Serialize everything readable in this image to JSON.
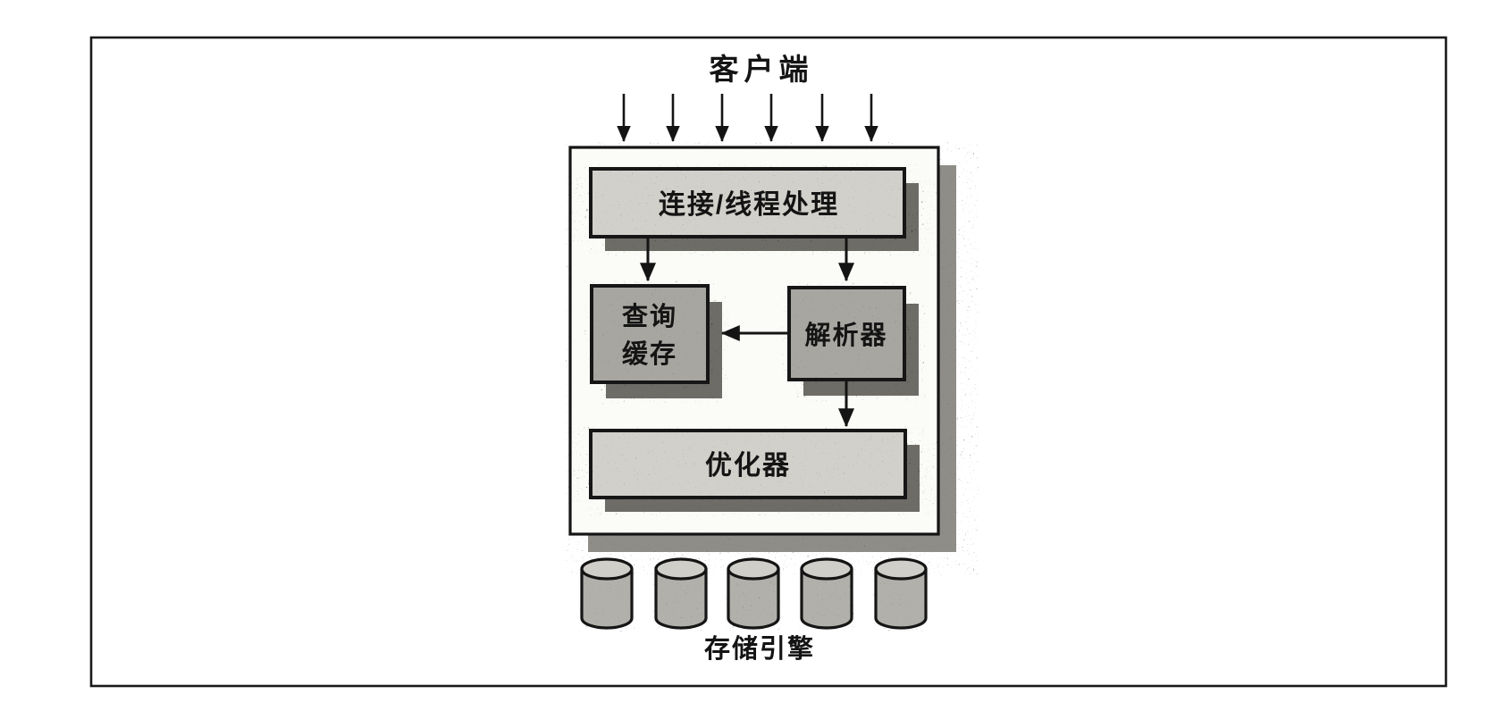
{
  "diagram": {
    "client": {
      "label": "客户端",
      "arrow_count": 6
    },
    "boxes": {
      "connection_thread": {
        "label": "连接/线程处理"
      },
      "query_cache": {
        "label": "查询缓存",
        "line1": "查询",
        "line2": "缓存"
      },
      "parser": {
        "label": "解析器"
      },
      "optimizer": {
        "label": "优化器"
      }
    },
    "edges": [
      {
        "from": "connection_thread",
        "to": "query_cache"
      },
      {
        "from": "connection_thread",
        "to": "parser"
      },
      {
        "from": "parser",
        "to": "query_cache"
      },
      {
        "from": "parser",
        "to": "optimizer"
      }
    ],
    "storage": {
      "label": "存储引擎",
      "cylinder_count": 5
    },
    "colors": {
      "paper": "#ffffff",
      "ink": "#161616",
      "main_box_fill": "#fbfbf8",
      "box_light_fill": "#d2d0ca",
      "box_dark_fill": "#a8a6a0",
      "shadow_inner": "#6e6c66",
      "shadow_outer": "#8f8d87",
      "cylinder_body": "#b2b0aa",
      "cylinder_top": "#d0cec8"
    }
  }
}
